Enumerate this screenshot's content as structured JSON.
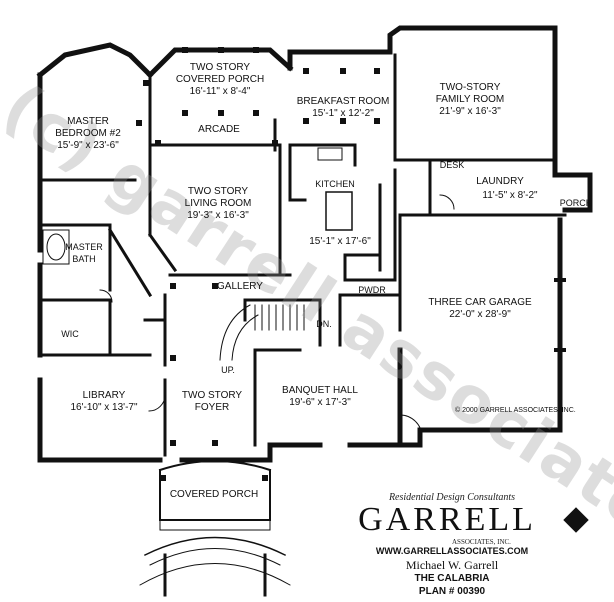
{
  "watermark": "(c) garrell associates",
  "rooms": [
    {
      "id": "porch-top",
      "lines": [
        "TWO STORY",
        "COVERED PORCH",
        "16'-11\" x 8'-4\""
      ]
    },
    {
      "id": "breakfast",
      "lines": [
        "BREAKFAST ROOM",
        "15'-1\" x 12'-2\""
      ]
    },
    {
      "id": "family",
      "lines": [
        "TWO-STORY",
        "FAMILY ROOM",
        "21'-9\" x 16'-3\""
      ]
    },
    {
      "id": "master-bed",
      "lines": [
        "MASTER",
        "BEDROOM #2",
        "15'-9\" x 23'-6\""
      ]
    },
    {
      "id": "arcade",
      "lines": [
        "ARCADE"
      ]
    },
    {
      "id": "living",
      "lines": [
        "TWO STORY",
        "LIVING ROOM",
        "19'-3\" x 16'-3\""
      ]
    },
    {
      "id": "kitchen",
      "lines": [
        "KITCHEN"
      ]
    },
    {
      "id": "kitchen-dim",
      "lines": [
        "15'-1\" x 17'-6\""
      ]
    },
    {
      "id": "laundry",
      "lines": [
        "LAUNDRY"
      ]
    },
    {
      "id": "laundry-dim",
      "lines": [
        "11'-5\" x 8'-2\""
      ]
    },
    {
      "id": "desk",
      "lines": [
        "DESK"
      ]
    },
    {
      "id": "porch-side",
      "lines": [
        "PORCH"
      ]
    },
    {
      "id": "master-bath",
      "lines": [
        "MASTER",
        "BATH"
      ]
    },
    {
      "id": "gallery",
      "lines": [
        "GALLERY"
      ]
    },
    {
      "id": "pwdr",
      "lines": [
        "PWDR"
      ]
    },
    {
      "id": "dn",
      "lines": [
        "DN."
      ]
    },
    {
      "id": "up",
      "lines": [
        "UP."
      ]
    },
    {
      "id": "garage",
      "lines": [
        "THREE CAR GARAGE",
        "22'-0\" x 28'-9\""
      ]
    },
    {
      "id": "wic",
      "lines": [
        "WIC"
      ]
    },
    {
      "id": "library",
      "lines": [
        "LIBRARY",
        "16'-10\" x 13'-7\""
      ]
    },
    {
      "id": "foyer",
      "lines": [
        "TWO STORY",
        "FOYER"
      ]
    },
    {
      "id": "banquet",
      "lines": [
        "BANQUET HALL",
        "19'-6\" x 17'-3\""
      ]
    },
    {
      "id": "covered-porch",
      "lines": [
        "COVERED PORCH"
      ]
    }
  ],
  "copyright": "© 2000 GARRELL ASSOCIATES, INC.",
  "brand": {
    "tagline": "Residential Design Consultants",
    "logo": "GARRELL",
    "associates": "ASSOCIATES, INC.",
    "website": "WWW.GARRELLASSOCIATES.COM",
    "designer": "Michael W. Garrell",
    "plan_name": "THE CALABRIA",
    "plan_number": "PLAN # 00390"
  }
}
